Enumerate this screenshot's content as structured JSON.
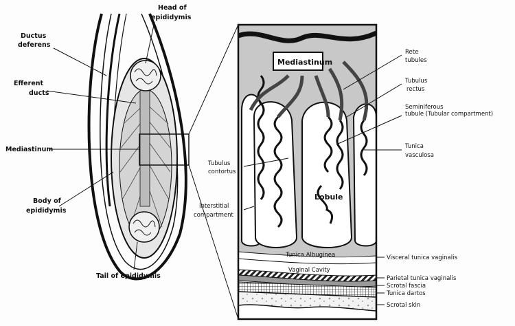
{
  "labels": {
    "ductus_deferens": [
      "Ductus",
      "deferens"
    ],
    "head_of_epididymis": [
      "Head of",
      "epididymis"
    ],
    "efferent_ducts": [
      "Efferent",
      "ducts"
    ],
    "mediastinum_left": "Mediastinum",
    "body_of_epididymis": [
      "Body of",
      "epididymis"
    ],
    "tail_of_epididymis": "Tail of epididymis",
    "mediastinum_inset": "Mediastinum",
    "rete_tubules": [
      "Rete",
      "tubules"
    ],
    "tubulus_rectus": [
      "Tubulus",
      "rectus"
    ],
    "seminiferous_tubule": [
      "Seminiferous",
      "tubule (Tubular compartment)"
    ],
    "tunica_vasculosa": [
      "Tunica",
      "vasculosa"
    ],
    "tubulus_contortus": [
      "Tubulus",
      "contortus"
    ],
    "lobule": "Lobule",
    "interstitial_compartment": [
      "Interstitial",
      "compartment"
    ],
    "tunica_albuginea": "Tunica Albuginea",
    "vaginal_cavity": "Vaginal Cavity",
    "visceral_tunica_vaginalis": "Visceral tunica vaginalis",
    "parietal_tunica_vaginalis": "Parietal tunica vaginalis",
    "scrotal_fascia": "Scrotal fascia",
    "tunica_dartos": "Tunica dartos",
    "scrotal_skin": "Scrotal skin"
  },
  "colors": {
    "ink": "#111111",
    "gray_fill": "#c8c8c8",
    "light_fill": "#e6e6e6"
  }
}
